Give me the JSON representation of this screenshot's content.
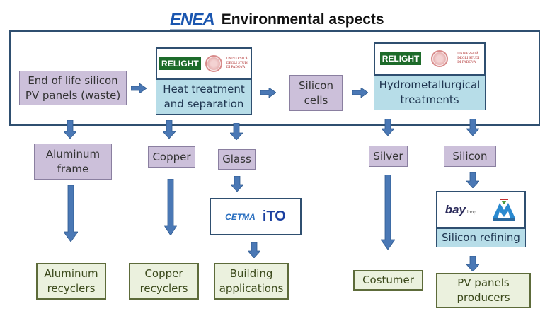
{
  "header": {
    "logo_text": "ENEA",
    "title": "Environmental aspects"
  },
  "process_row": {
    "input": "End of life silicon PV panels (waste)",
    "input_line1": "End of life silicon",
    "input_line2": "PV panels (waste)",
    "heat_treatment": {
      "line1": "Heat treatment",
      "line2": "and separation",
      "partners": [
        "RELIGHT",
        "Università degli Studi di Padova"
      ]
    },
    "silicon_cells": {
      "line1": "Silicon",
      "line2": "cells"
    },
    "hydrometallurgical": {
      "line1": "Hydrometallurgical",
      "line2": "treatments",
      "partners": [
        "RELIGHT",
        "Università degli Studi di Padova"
      ]
    }
  },
  "partner_labels": {
    "relight": "RELIGHT",
    "unipd_l1": "UNIVERSITÀ",
    "unipd_l2": "DEGLI STUDI",
    "unipd_l3": "DI PADOVA",
    "cetma": "CETMA",
    "ito": "iTO",
    "bay": "bay",
    "bay_sub": "loop",
    "m_logo": "M"
  },
  "materials": {
    "aluminum": {
      "line1": "Aluminum",
      "line2": "frame"
    },
    "copper": "Copper",
    "glass": "Glass",
    "silver": "Silver",
    "silicon": "Silicon"
  },
  "intermediate": {
    "glass_partners": [
      "CETMA",
      "ITO"
    ],
    "silicon_refining": "Silicon refining",
    "refining_partners": [
      "bay loop",
      "M"
    ]
  },
  "destinations": {
    "aluminum": {
      "line1": "Aluminum",
      "line2": "recyclers"
    },
    "copper": {
      "line1": "Copper",
      "line2": "recyclers"
    },
    "building": {
      "line1": "Building",
      "line2": "applications"
    },
    "costumer": "Costumer",
    "pv": {
      "line1": "PV panels",
      "line2": "producers"
    }
  },
  "colors": {
    "arrow": "#4a78b5",
    "frame": "#2f4f70",
    "material_box": "#ccc0da",
    "process_box": "#b7dde8",
    "destination_box": "#ebf1de"
  }
}
